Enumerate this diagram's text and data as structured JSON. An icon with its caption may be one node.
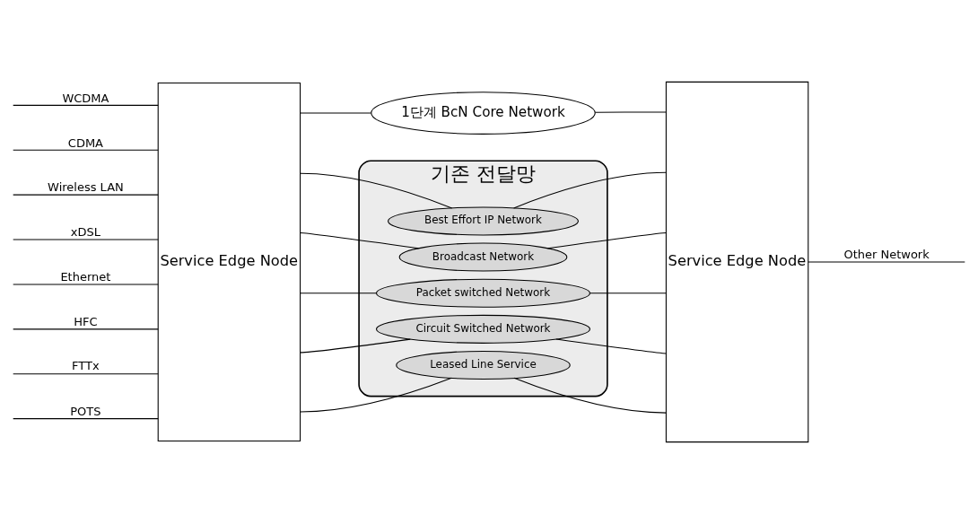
{
  "diagram": {
    "nodes": [
      {
        "text": [
          "Service Edge Node"
        ]
      },
      {
        "text": [
          "1단계 BcN Core Network"
        ]
      },
      {
        "text": [
          "기존 전달망"
        ]
      },
      {
        "text": [
          "Best Effort IP Network"
        ],
        "in": 2
      },
      {
        "text": [
          "Broadcast Network"
        ],
        "in": 2
      },
      {
        "text": [
          "Packet switched Network"
        ],
        "in": 2
      },
      {
        "text": [
          "Circuit Switched Network"
        ],
        "in": 2
      },
      {
        "text": [
          "Leased Line Service"
        ],
        "in": 2
      },
      {
        "text": [
          "Service Edge Node"
        ]
      }
    ],
    "edges": [
      {
        "from": null,
        "to": 0,
        "arrow": "none",
        "label": "WCDMA"
      },
      {
        "from": null,
        "to": 0,
        "arrow": "none",
        "label": "CDMA"
      },
      {
        "from": null,
        "to": 0,
        "arrow": "none",
        "label": "Wireless LAN"
      },
      {
        "from": null,
        "to": 0,
        "arrow": "none",
        "label": "xDSL"
      },
      {
        "from": null,
        "to": 0,
        "arrow": "none",
        "label": "Ethernet"
      },
      {
        "from": null,
        "to": 0,
        "arrow": "none",
        "label": "HFC"
      },
      {
        "from": null,
        "to": 0,
        "arrow": "none",
        "label": "FTTx"
      },
      {
        "from": null,
        "to": 0,
        "arrow": "none",
        "label": "POTS"
      },
      {
        "from": 0,
        "to": 1,
        "arrow": "none"
      },
      {
        "from": 1,
        "to": 8,
        "arrow": "none"
      },
      {
        "from": 0,
        "to": 3,
        "arrow": "none"
      },
      {
        "from": 3,
        "to": 8,
        "arrow": "none"
      },
      {
        "from": 0,
        "to": 4,
        "arrow": "none"
      },
      {
        "from": 4,
        "to": 8,
        "arrow": "none"
      },
      {
        "from": 0,
        "to": 5,
        "arrow": "none"
      },
      {
        "from": 5,
        "to": 8,
        "arrow": "none"
      },
      {
        "from": 0,
        "to": 6,
        "arrow": "none"
      },
      {
        "from": 6,
        "to": 8,
        "arrow": "none"
      },
      {
        "from": 0,
        "to": 7,
        "arrow": "none"
      },
      {
        "from": 7,
        "to": 8,
        "arrow": "none"
      },
      {
        "from": 8,
        "to": null,
        "arrow": "none",
        "label": "Other Network"
      }
    ]
  }
}
